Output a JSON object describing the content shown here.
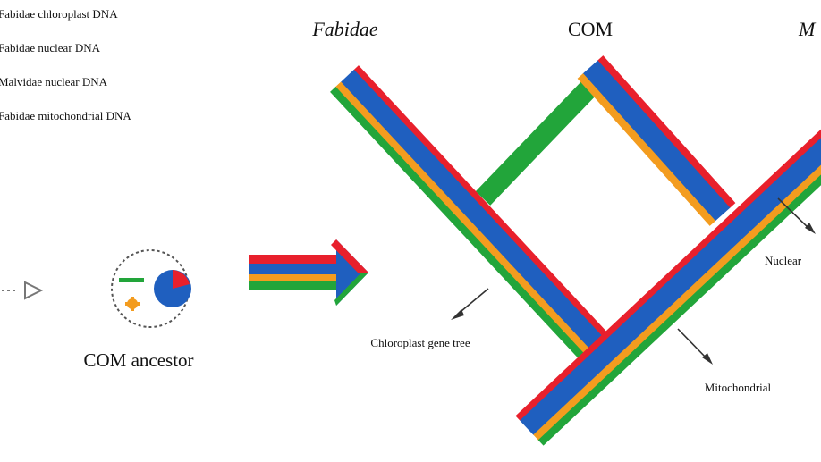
{
  "legend": [
    {
      "label": "Fabidae chloroplast DNA",
      "color": "#22a53a"
    },
    {
      "label": "Fabidae nuclear DNA",
      "color": "#f39c1f"
    },
    {
      "label": "Malvidae nuclear DNA",
      "color": "#1f5fbf"
    },
    {
      "label": "Fabidae mitochondrial DNA",
      "color": "#e8202c"
    }
  ],
  "taxa": {
    "left": "Fabidae",
    "middle": "COM",
    "right": "M"
  },
  "ancestor_label": "COM ancestor",
  "annotations": {
    "chloroplast": "Chloroplast gene tree",
    "mitochondrial": "Mitochondrial",
    "nuclear": "Nuclear"
  },
  "colors": {
    "green": "#22a53a",
    "orange": "#f39c1f",
    "blue": "#1f5fbf",
    "red": "#e8202c"
  }
}
